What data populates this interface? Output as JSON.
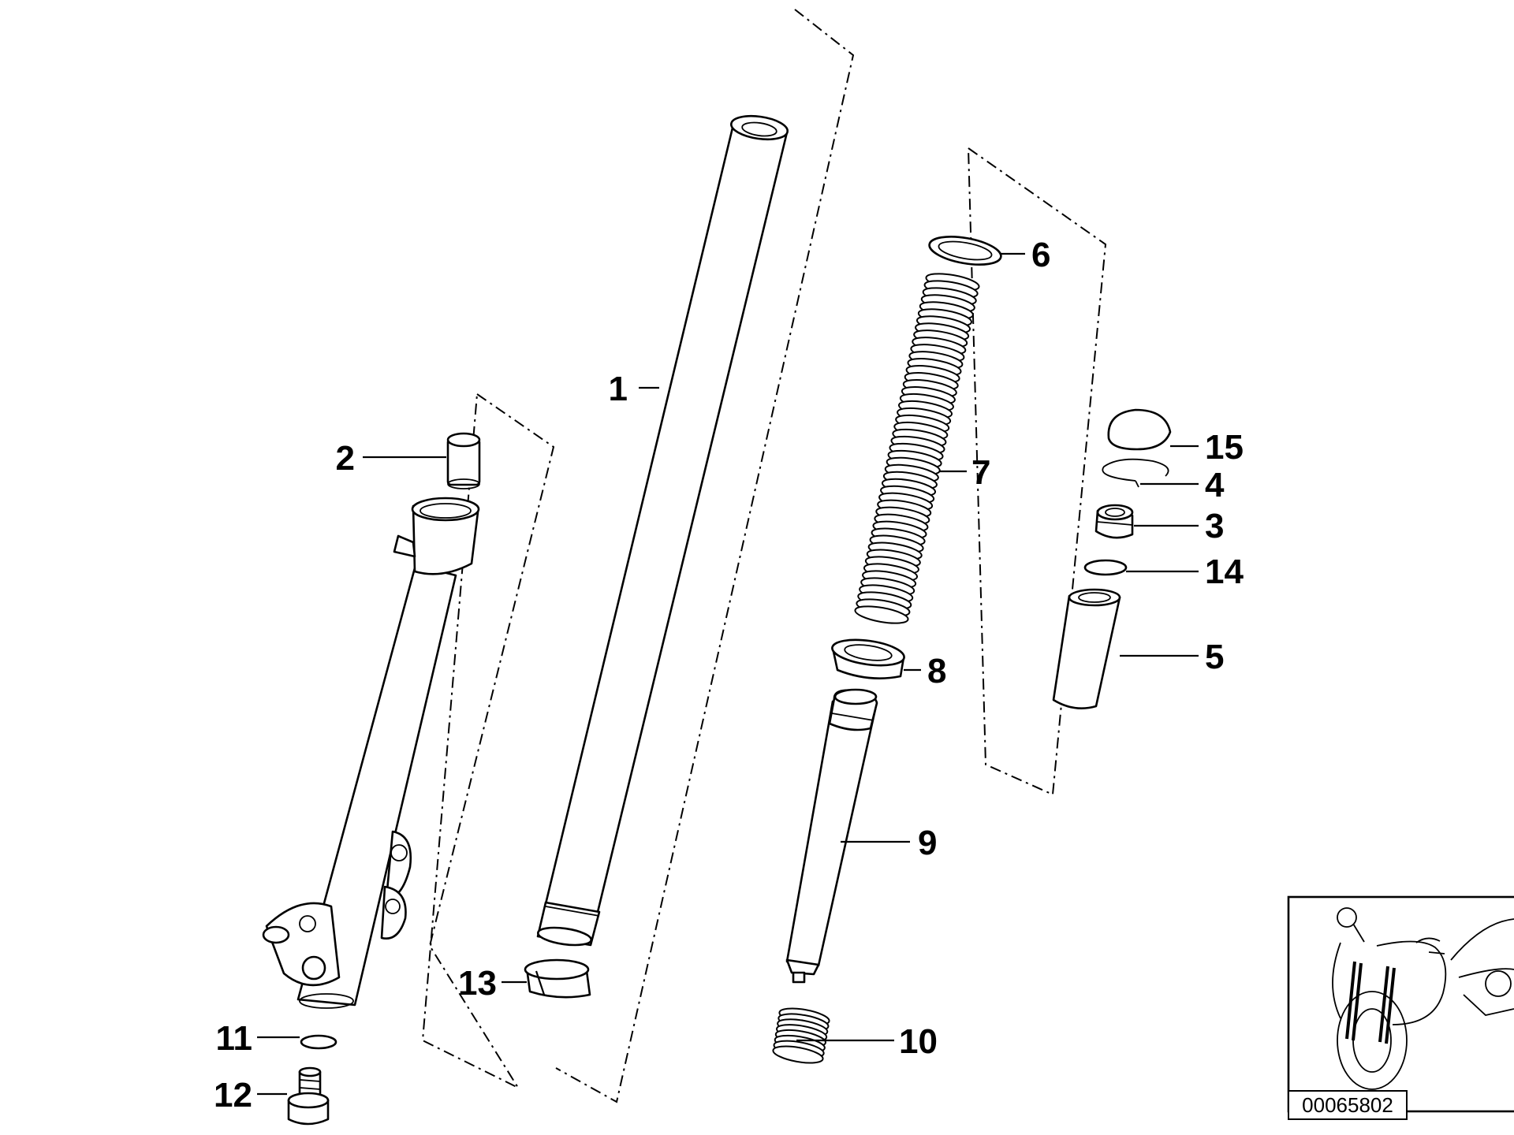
{
  "diagram": {
    "callouts": [
      {
        "label": "1"
      },
      {
        "label": "2"
      },
      {
        "label": "3"
      },
      {
        "label": "4"
      },
      {
        "label": "5"
      },
      {
        "label": "6"
      },
      {
        "label": "7"
      },
      {
        "label": "8"
      },
      {
        "label": "9"
      },
      {
        "label": "10"
      },
      {
        "label": "11"
      },
      {
        "label": "12"
      },
      {
        "label": "13"
      },
      {
        "label": "14"
      },
      {
        "label": "15"
      }
    ],
    "part_number": "00065802"
  }
}
